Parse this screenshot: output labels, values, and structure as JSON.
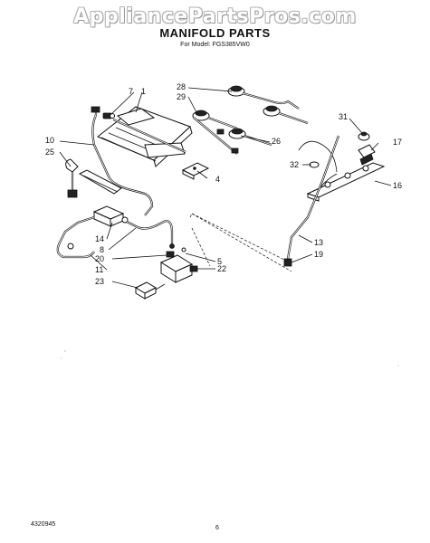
{
  "header": {
    "watermark": "AppliancePartsPros.com",
    "title": "MANIFOLD PARTS",
    "model": "For Model: FGS385VW0"
  },
  "footer": {
    "doc_number": "4320945",
    "page_number": "6"
  },
  "callouts": {
    "p1": "1",
    "p4": "4",
    "p5": "5",
    "p7": "7",
    "p8": "8",
    "p10": "10",
    "p11": "11",
    "p13": "13",
    "p14": "14",
    "p16": "16",
    "p17": "17",
    "p19": "19",
    "p20": "20",
    "p22": "22",
    "p23": "23",
    "p25": "25",
    "p26": "26",
    "p28": "28",
    "p29": "29",
    "p31": "31",
    "p32": "32"
  }
}
